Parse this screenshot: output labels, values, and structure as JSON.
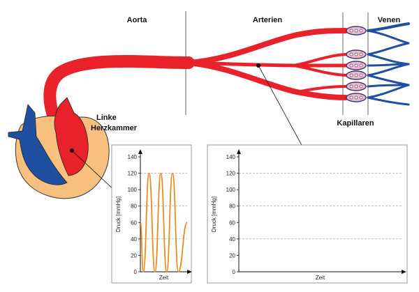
{
  "labels": {
    "aorta": "Aorta",
    "arterien": "Arterien",
    "venen": "Venen",
    "kapillaren": "Kapillaren",
    "herz_line1": "Linke",
    "herz_line2": "Herzkammer"
  },
  "colors": {
    "artery": "#e8212a",
    "vein": "#1f4fa0",
    "heart_tissue": "#f7c07f",
    "trace": "#ef8a1c",
    "panel_border": "#9a9a9a"
  },
  "chart_data": [
    {
      "type": "line",
      "xlabel": "Zeit",
      "ylabel": "Druck [mmHg]",
      "ylim": [
        0,
        140
      ],
      "yticks": [
        0,
        20,
        40,
        60,
        80,
        100,
        120,
        140
      ],
      "dashed_gridlines": [
        40,
        80,
        120
      ],
      "series": [
        {
          "values": [
            60,
            0,
            120,
            0,
            120,
            0,
            120,
            0,
            60
          ],
          "x": [
            0,
            0.0625,
            0.1875,
            0.3125,
            0.4375,
            0.5625,
            0.6875,
            0.8125,
            1.0
          ]
        }
      ]
    },
    {
      "type": "line",
      "xlabel": "Zeit",
      "ylabel": "Druck [mmHg]",
      "ylim": [
        0,
        140
      ],
      "yticks": [
        0,
        20,
        40,
        60,
        80,
        100,
        120,
        140
      ],
      "dashed_gridlines": [
        40,
        80,
        120
      ],
      "series": []
    }
  ]
}
